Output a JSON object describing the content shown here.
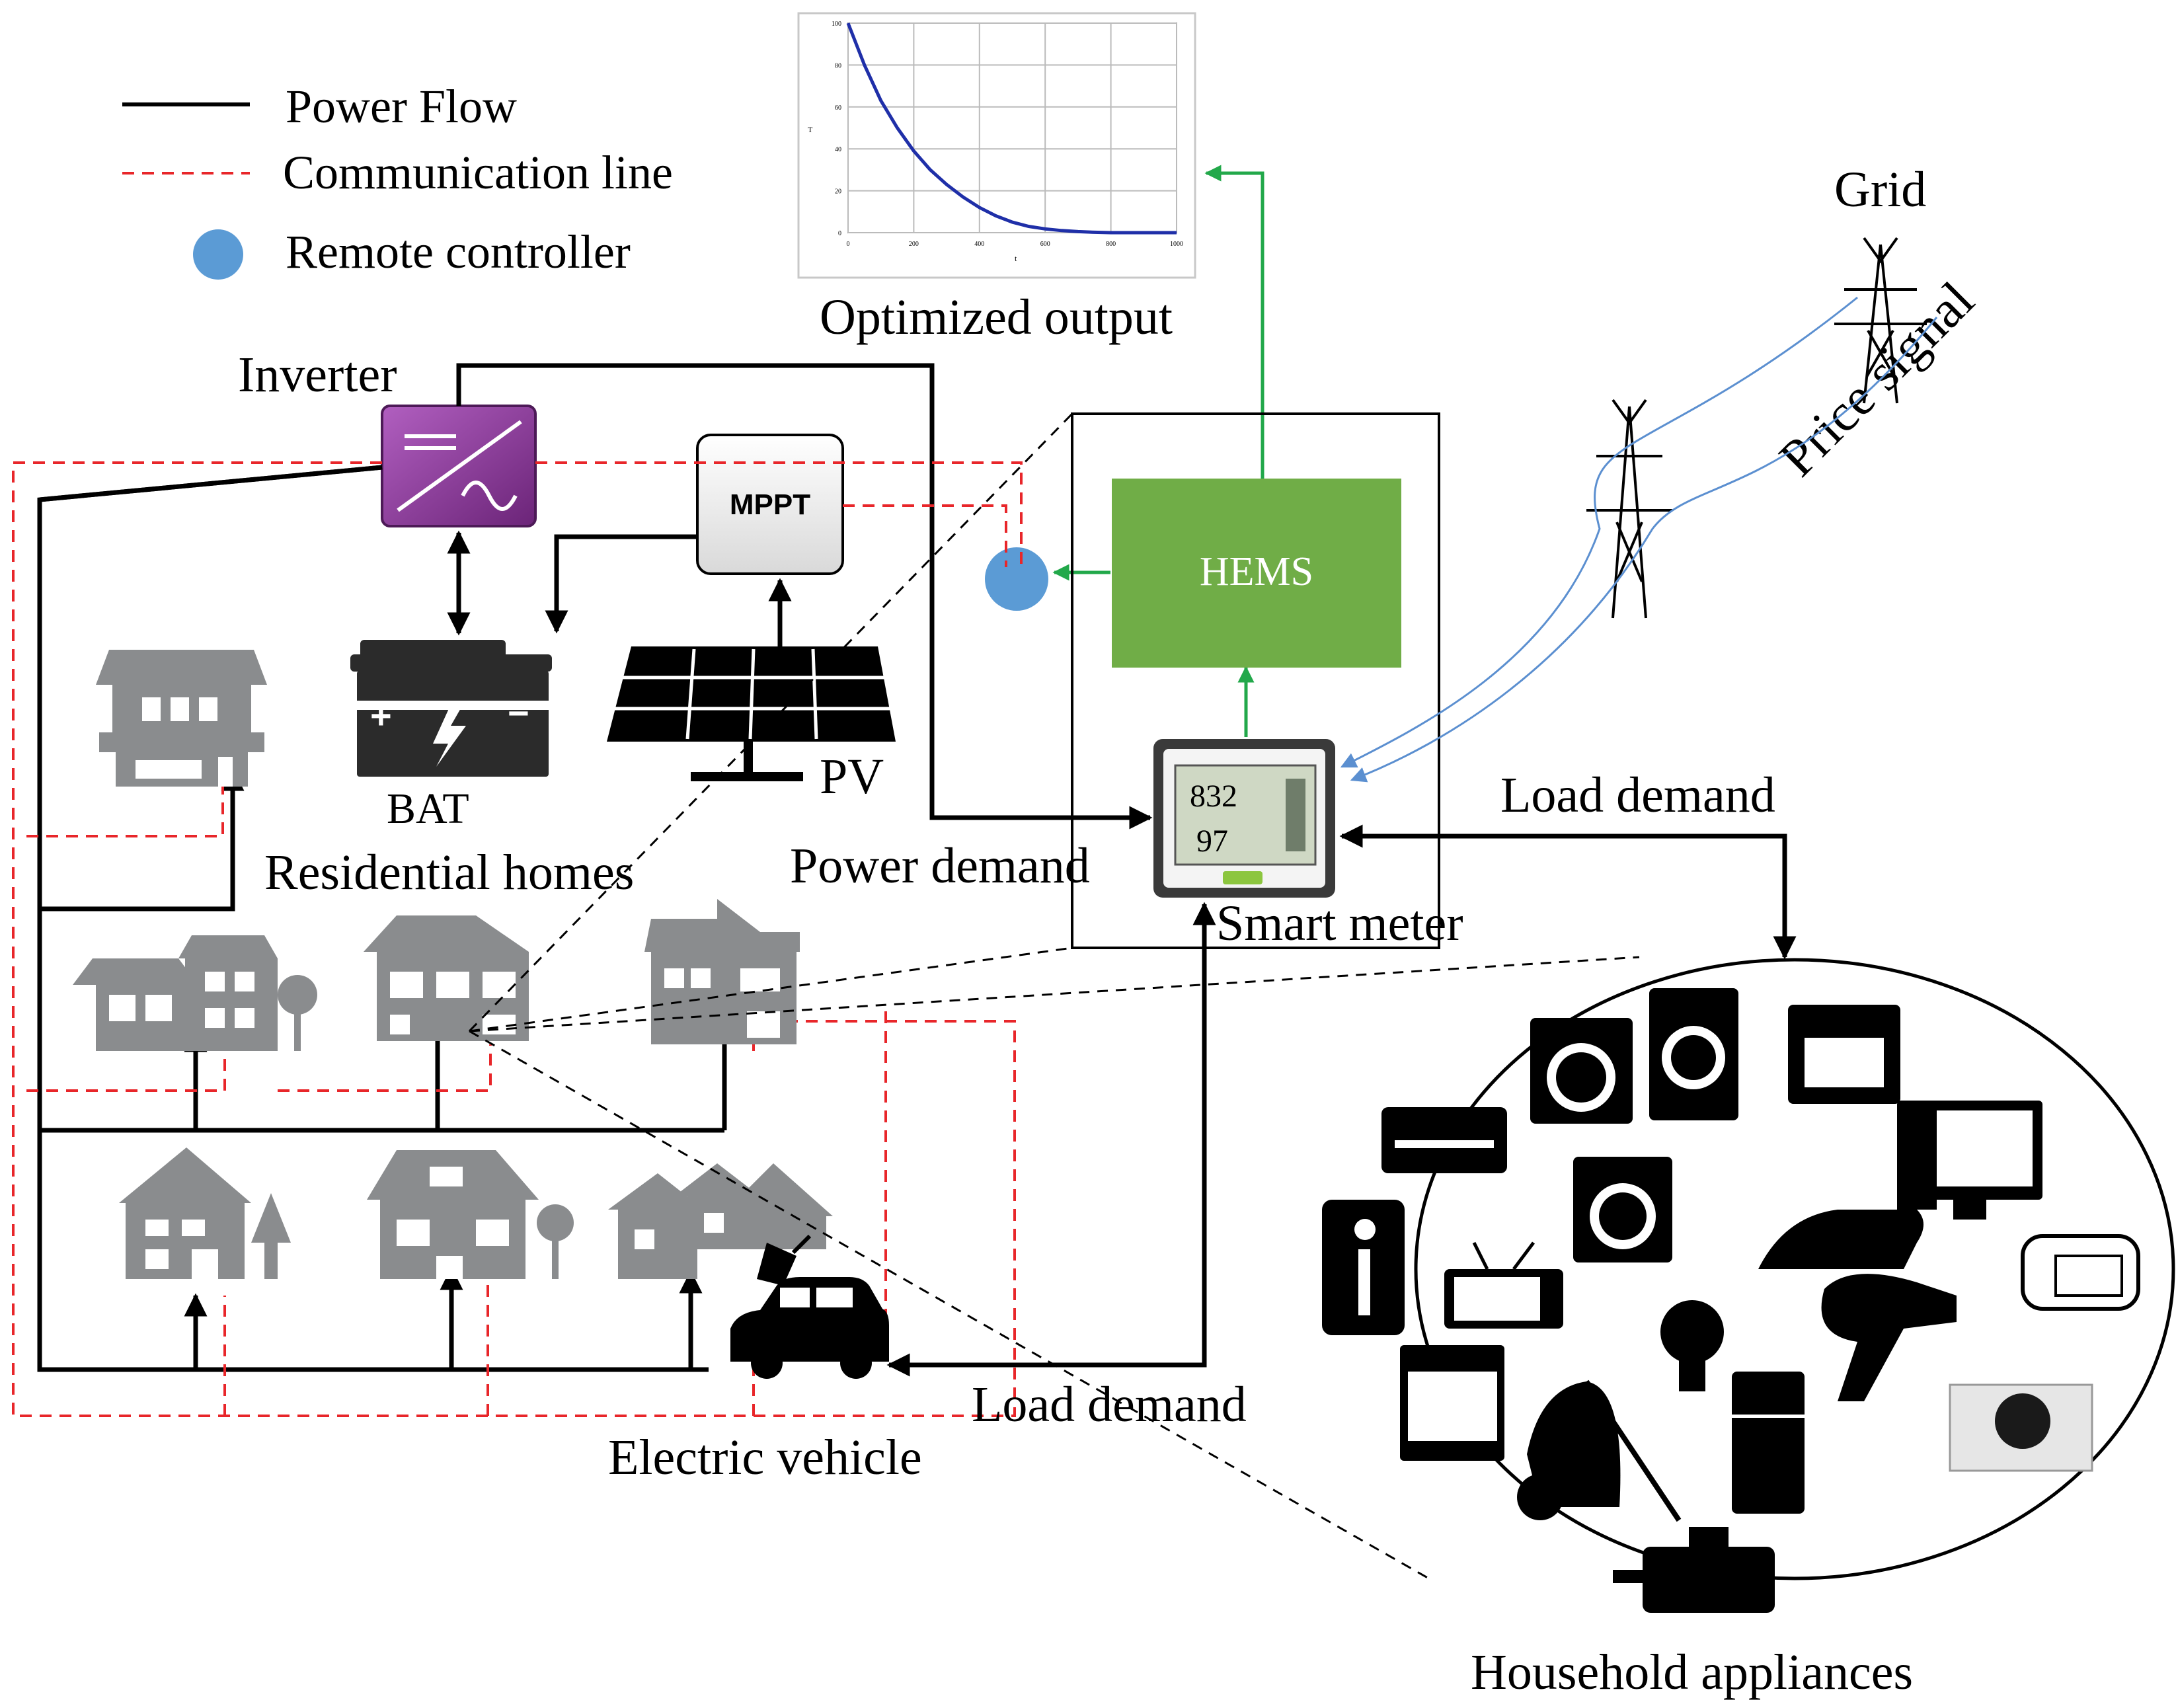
{
  "legend": {
    "power_flow": "Power Flow",
    "communication_line": "Communication line",
    "remote_controller": "Remote controller"
  },
  "labels": {
    "optimized_output": "Optimized output",
    "inverter": "Inverter",
    "mppt": "MPPT",
    "hems": "HEMS",
    "grid": "Grid",
    "price_signal": "Price signal",
    "bat": "BAT",
    "pv": "PV",
    "residential_homes": "Residential homes",
    "power_demand": "Power demand",
    "load_demand_top": "Load demand",
    "smart_meter": "Smart meter",
    "load_demand_bottom": "Load demand",
    "electric_vehicle": "Electric vehicle",
    "household_appliances": "Household appliances",
    "meter_reading_1": "832",
    "meter_reading_2": "97"
  },
  "colors": {
    "power_flow": "#000000",
    "communication_line": "#e8262a",
    "remote_controller": "#5b9bd5",
    "hems": "#70ad47",
    "hems_arrow": "#22a84a",
    "inverter": "#8e3a9e",
    "house": "#8a8c8e",
    "price_signal_line": "#5b8fd0"
  },
  "chart_data": {
    "type": "line",
    "title": "",
    "xlabel": "t",
    "ylabel": "T",
    "xlim": [
      0,
      1000
    ],
    "ylim": [
      0,
      100
    ],
    "x_ticks": [
      "0",
      "200",
      "400",
      "600",
      "800",
      "1000"
    ],
    "y_ticks": [
      "0",
      "20",
      "40",
      "60",
      "80",
      "100"
    ],
    "grid": true,
    "series": [
      {
        "name": "",
        "x": [
          0,
          50,
          100,
          150,
          200,
          250,
          300,
          350,
          400,
          450,
          500,
          550,
          600,
          650,
          700,
          750,
          800,
          850,
          900,
          950,
          1000
        ],
        "y": [
          100,
          80,
          63,
          50,
          39,
          30,
          23,
          17,
          12,
          8,
          5,
          3,
          1.8,
          1,
          0.5,
          0.2,
          0,
          0,
          0,
          0,
          0
        ]
      }
    ]
  }
}
